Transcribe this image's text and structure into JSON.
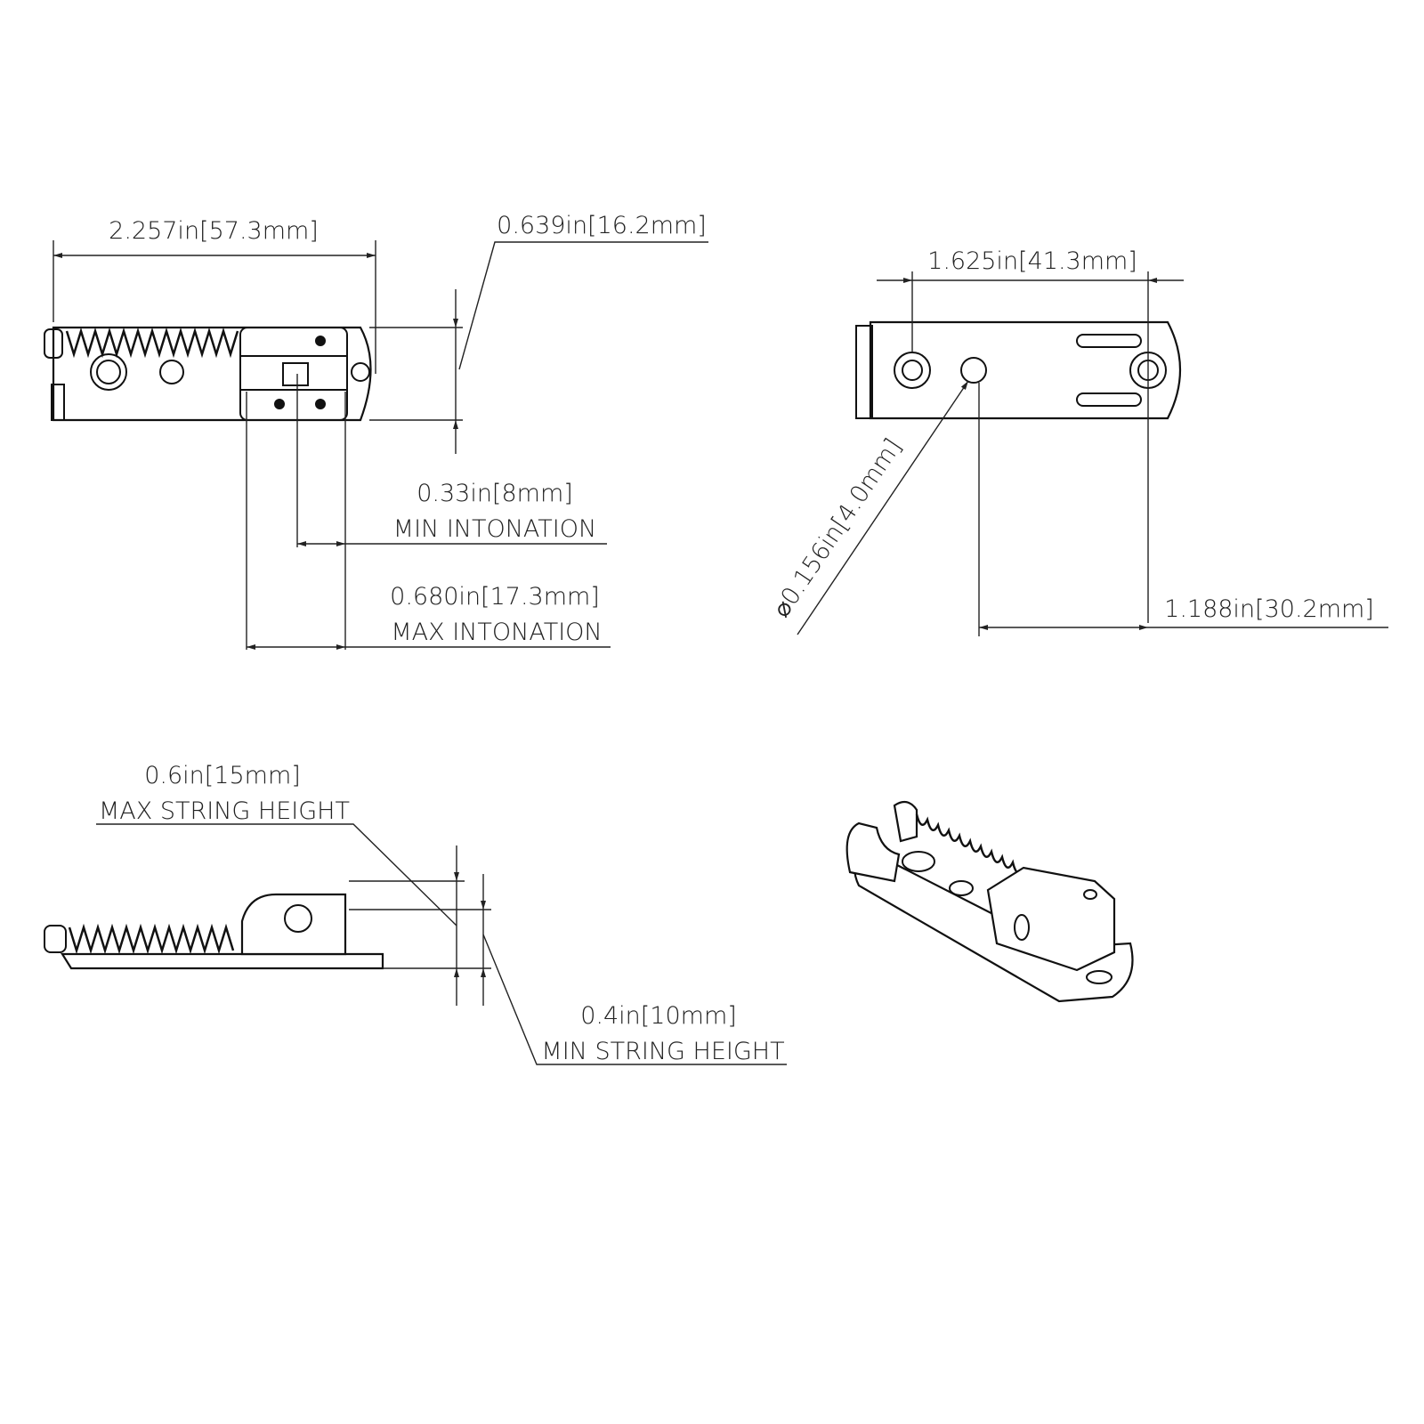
{
  "dimensions": {
    "overall_length": "2.257in[57.3mm]",
    "width": "0.639in[16.2mm]",
    "min_intonation_value": "0.33in[8mm]",
    "min_intonation_label": "MIN INTONATION",
    "max_intonation_value": "0.680in[17.3mm]",
    "max_intonation_label": "MAX INTONATION",
    "hole_spacing": "1.625in[41.3mm]",
    "hole_diameter": "⌀0.156in[4.0mm]",
    "hole_offset": "1.188in[30.2mm]",
    "max_string_height_value": "0.6in[15mm]",
    "max_string_height_label": "MAX STRING HEIGHT",
    "min_string_height_value": "0.4in[10mm]",
    "min_string_height_label": "MIN STRING HEIGHT"
  }
}
